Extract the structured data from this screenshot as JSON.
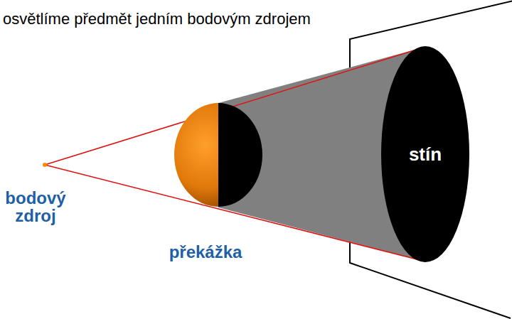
{
  "diagram": {
    "title": "osvětlíme předmět jedním bodovým zdrojem",
    "nodes": [
      {
        "text": [
          "stín"
        ]
      }
    ],
    "labels": [
      "bodový zdroj",
      "překážka"
    ]
  }
}
